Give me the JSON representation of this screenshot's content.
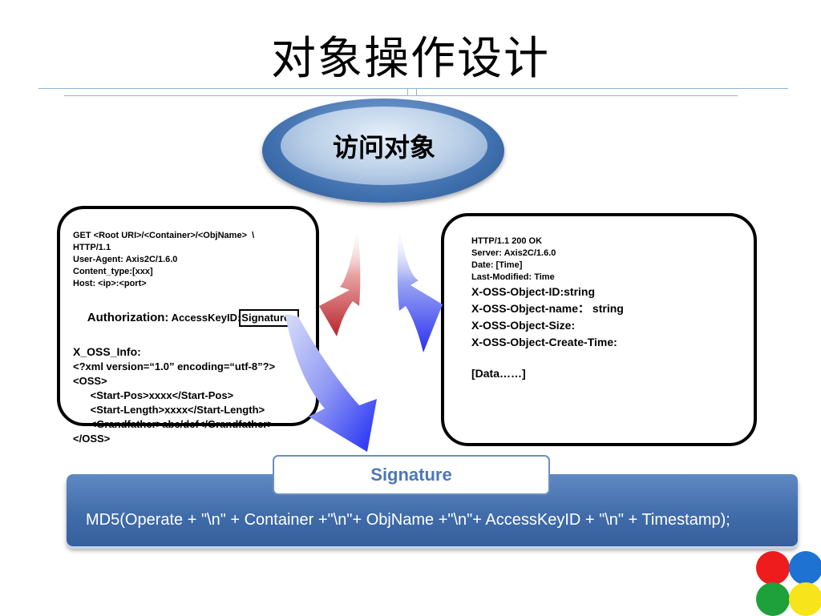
{
  "slide": {
    "title": "对象操作设计",
    "center_label": "访问对象",
    "request_lines": [
      "GET <Root URI>/<Container>/<ObjName>  \\",
      "HTTP/1.1",
      "User-Agent: Axis2C/1.6.0",
      "Content_type:[xxx]",
      "Host: <ip>:<port>"
    ],
    "auth_prefix": "Authorization:",
    "auth_key": " AccessKeyID:",
    "auth_signature": "Signature",
    "request_body": [
      "X_OSS_Info:",
      "<?xml version=“1.0” encoding=“utf-8”?>",
      "<OSS>",
      "      <Start-Pos>xxxx</Start-Pos>",
      "      <Start-Length>xxxx</Start-Length>",
      "      <Grandfather>abc/def</Grandfather>",
      "</OSS>"
    ],
    "response_small": [
      "HTTP/1.1 200 OK",
      "Server: Axis2C/1.6.0",
      "Date: [Time]",
      "Last-Modified: Time"
    ],
    "response_large": [
      "X-OSS-Object-ID:string",
      "X-OSS-Object-name： string",
      "X-OSS-Object-Size:",
      "X-OSS-Object-Create-Time:"
    ],
    "response_data": "[Data……]",
    "signature_label": "Signature",
    "formula": "MD5(Operate + \"\\n\" + Container +\"\\n\"+ ObjName +\"\\n\"+ AccessKeyID + \"\\n\" + Timestamp);"
  },
  "colors": {
    "red_dot": "#ee1c1c",
    "blue_dot": "#1e73d2",
    "green_dot": "#1ea03a",
    "yellow_dot": "#f7e41a",
    "bar_blue": "#3f6ba8",
    "label_blue": "#4d78b3"
  }
}
